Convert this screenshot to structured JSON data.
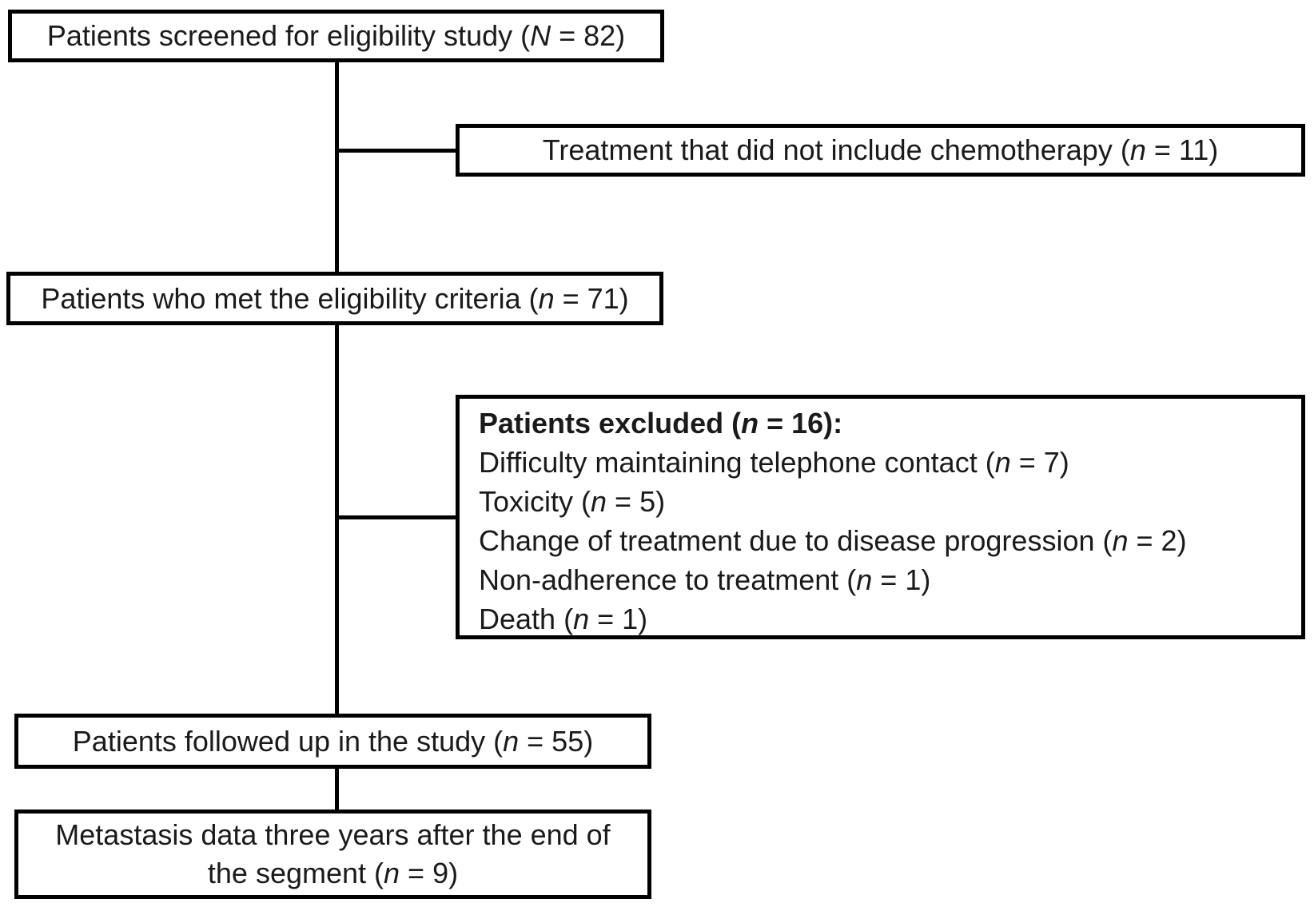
{
  "diagram": {
    "colors": {
      "border": "#000000",
      "background": "#ffffff",
      "text": "#1a1a1a"
    },
    "boxes": {
      "screened": {
        "pre": "Patients screened for eligibility study (",
        "var": "N",
        "post": " = 82)"
      },
      "no_chemo": {
        "pre": "Treatment that did not include chemotherapy (",
        "var": "n",
        "post": " = 11)"
      },
      "eligible": {
        "pre": "Patients who met the eligibility criteria (",
        "var": "n",
        "post": " = 71)"
      },
      "excluded": {
        "header": {
          "pre": "Patients excluded (",
          "var": "n",
          "post": " = 16):"
        },
        "items": [
          {
            "pre": "Difficulty maintaining telephone contact (",
            "var": "n",
            "post": " = 7)"
          },
          {
            "pre": "Toxicity (",
            "var": "n",
            "post": " = 5)"
          },
          {
            "pre": "Change of treatment due to disease progression (",
            "var": "n",
            "post": " = 2)"
          },
          {
            "pre": "Non-adherence to treatment (",
            "var": "n",
            "post": " = 1)"
          },
          {
            "pre": "Death (",
            "var": "n",
            "post": " = 1)"
          }
        ]
      },
      "followed": {
        "pre": "Patients followed up in the study (",
        "var": "n",
        "post": " = 55)"
      },
      "metastasis": {
        "line1": "Metastasis data three years after the end of",
        "line2_pre": "the segment (",
        "var": "n",
        "post": " = 9)"
      }
    }
  }
}
